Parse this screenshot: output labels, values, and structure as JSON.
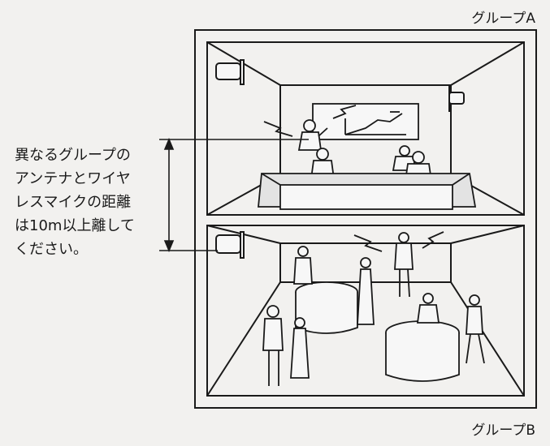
{
  "labels": {
    "group_a": "グループA",
    "group_b": "グループB"
  },
  "note": {
    "lines": [
      "異なるグループの",
      "アンテナとワイヤ",
      "レスマイクの距離",
      "は10m以上離して",
      "ください。"
    ]
  },
  "icons": [
    "speaker-antenna-icon",
    "wireless-signal-icon"
  ],
  "colors": {
    "line": "#1a1a1a",
    "background": "#f2f1ef"
  }
}
